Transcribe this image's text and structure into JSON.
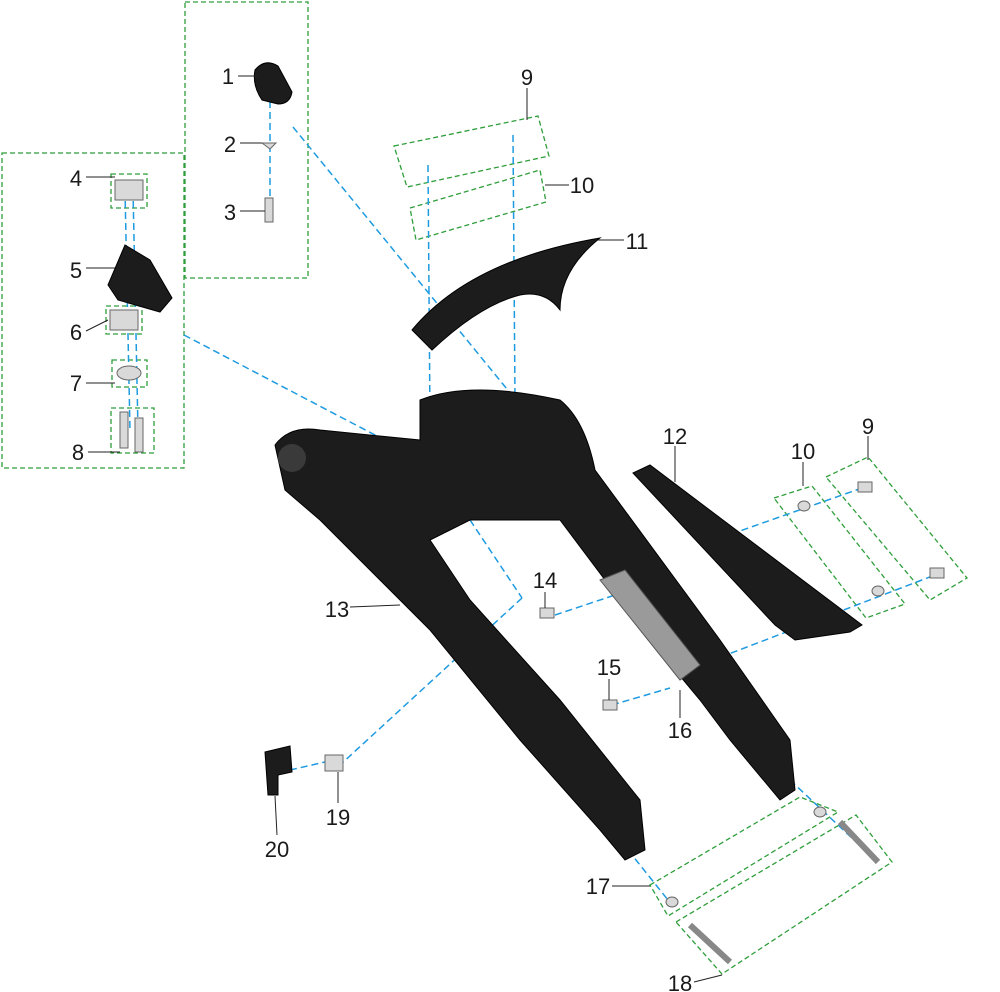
{
  "title": "Swingarm assembly exploded diagram",
  "labels": [
    "1",
    "2",
    "3",
    "4",
    "5",
    "6",
    "7",
    "8",
    "9",
    "10",
    "11",
    "12",
    "9",
    "10",
    "13",
    "14",
    "15",
    "16",
    "17",
    "18",
    "19",
    "20"
  ],
  "colors": {
    "group_box": "#2e9e3a",
    "assembly_line": "#1e9be0",
    "part": "#1c1c1c"
  }
}
